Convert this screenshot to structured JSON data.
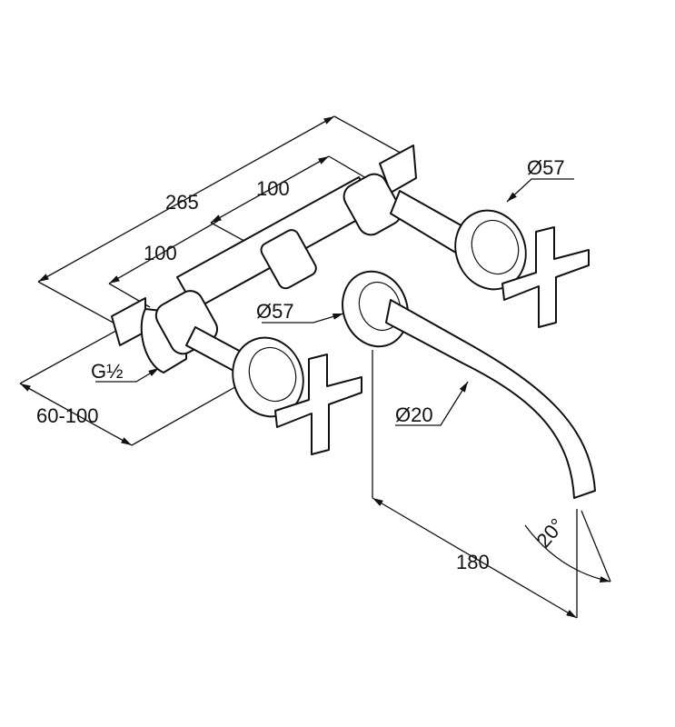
{
  "drawing": {
    "type": "wall-mounted three-hole basin mixer dimension drawing",
    "dimensions": {
      "overall_width": "265",
      "spacing_right": "100",
      "spacing_left": "100",
      "rosette_top": "Ø57",
      "rosette_middle": "Ø57",
      "connection": "G½",
      "wall_depth": "60-100",
      "spout_diameter": "Ø20",
      "spout_projection": "180",
      "spout_angle": "20°"
    },
    "line_color": "#111111"
  }
}
